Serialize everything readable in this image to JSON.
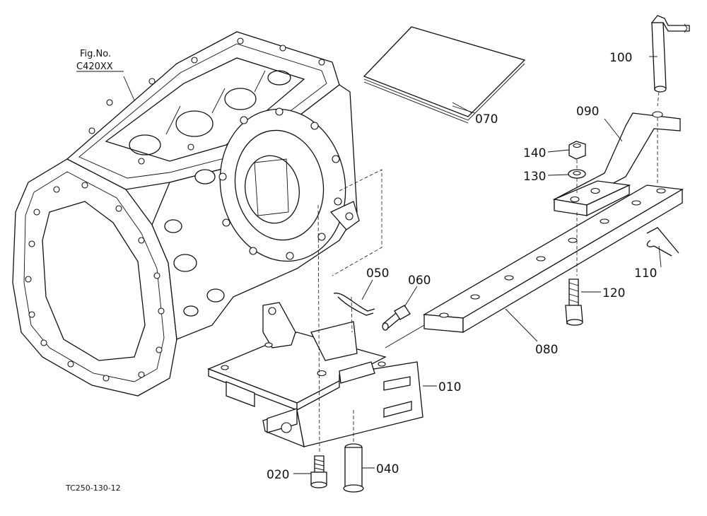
{
  "figure": {
    "fig_no_label": "Fig.No.",
    "fig_no_value": "C420XX",
    "drawing_code": "TC250-130-12"
  },
  "parts": {
    "p010": "010",
    "p020": "020",
    "p040": "040",
    "p050": "050",
    "p060": "060",
    "p070": "070",
    "p080": "080",
    "p090": "090",
    "p100": "100",
    "p110": "110",
    "p120": "120",
    "p130": "130",
    "p140": "140"
  }
}
